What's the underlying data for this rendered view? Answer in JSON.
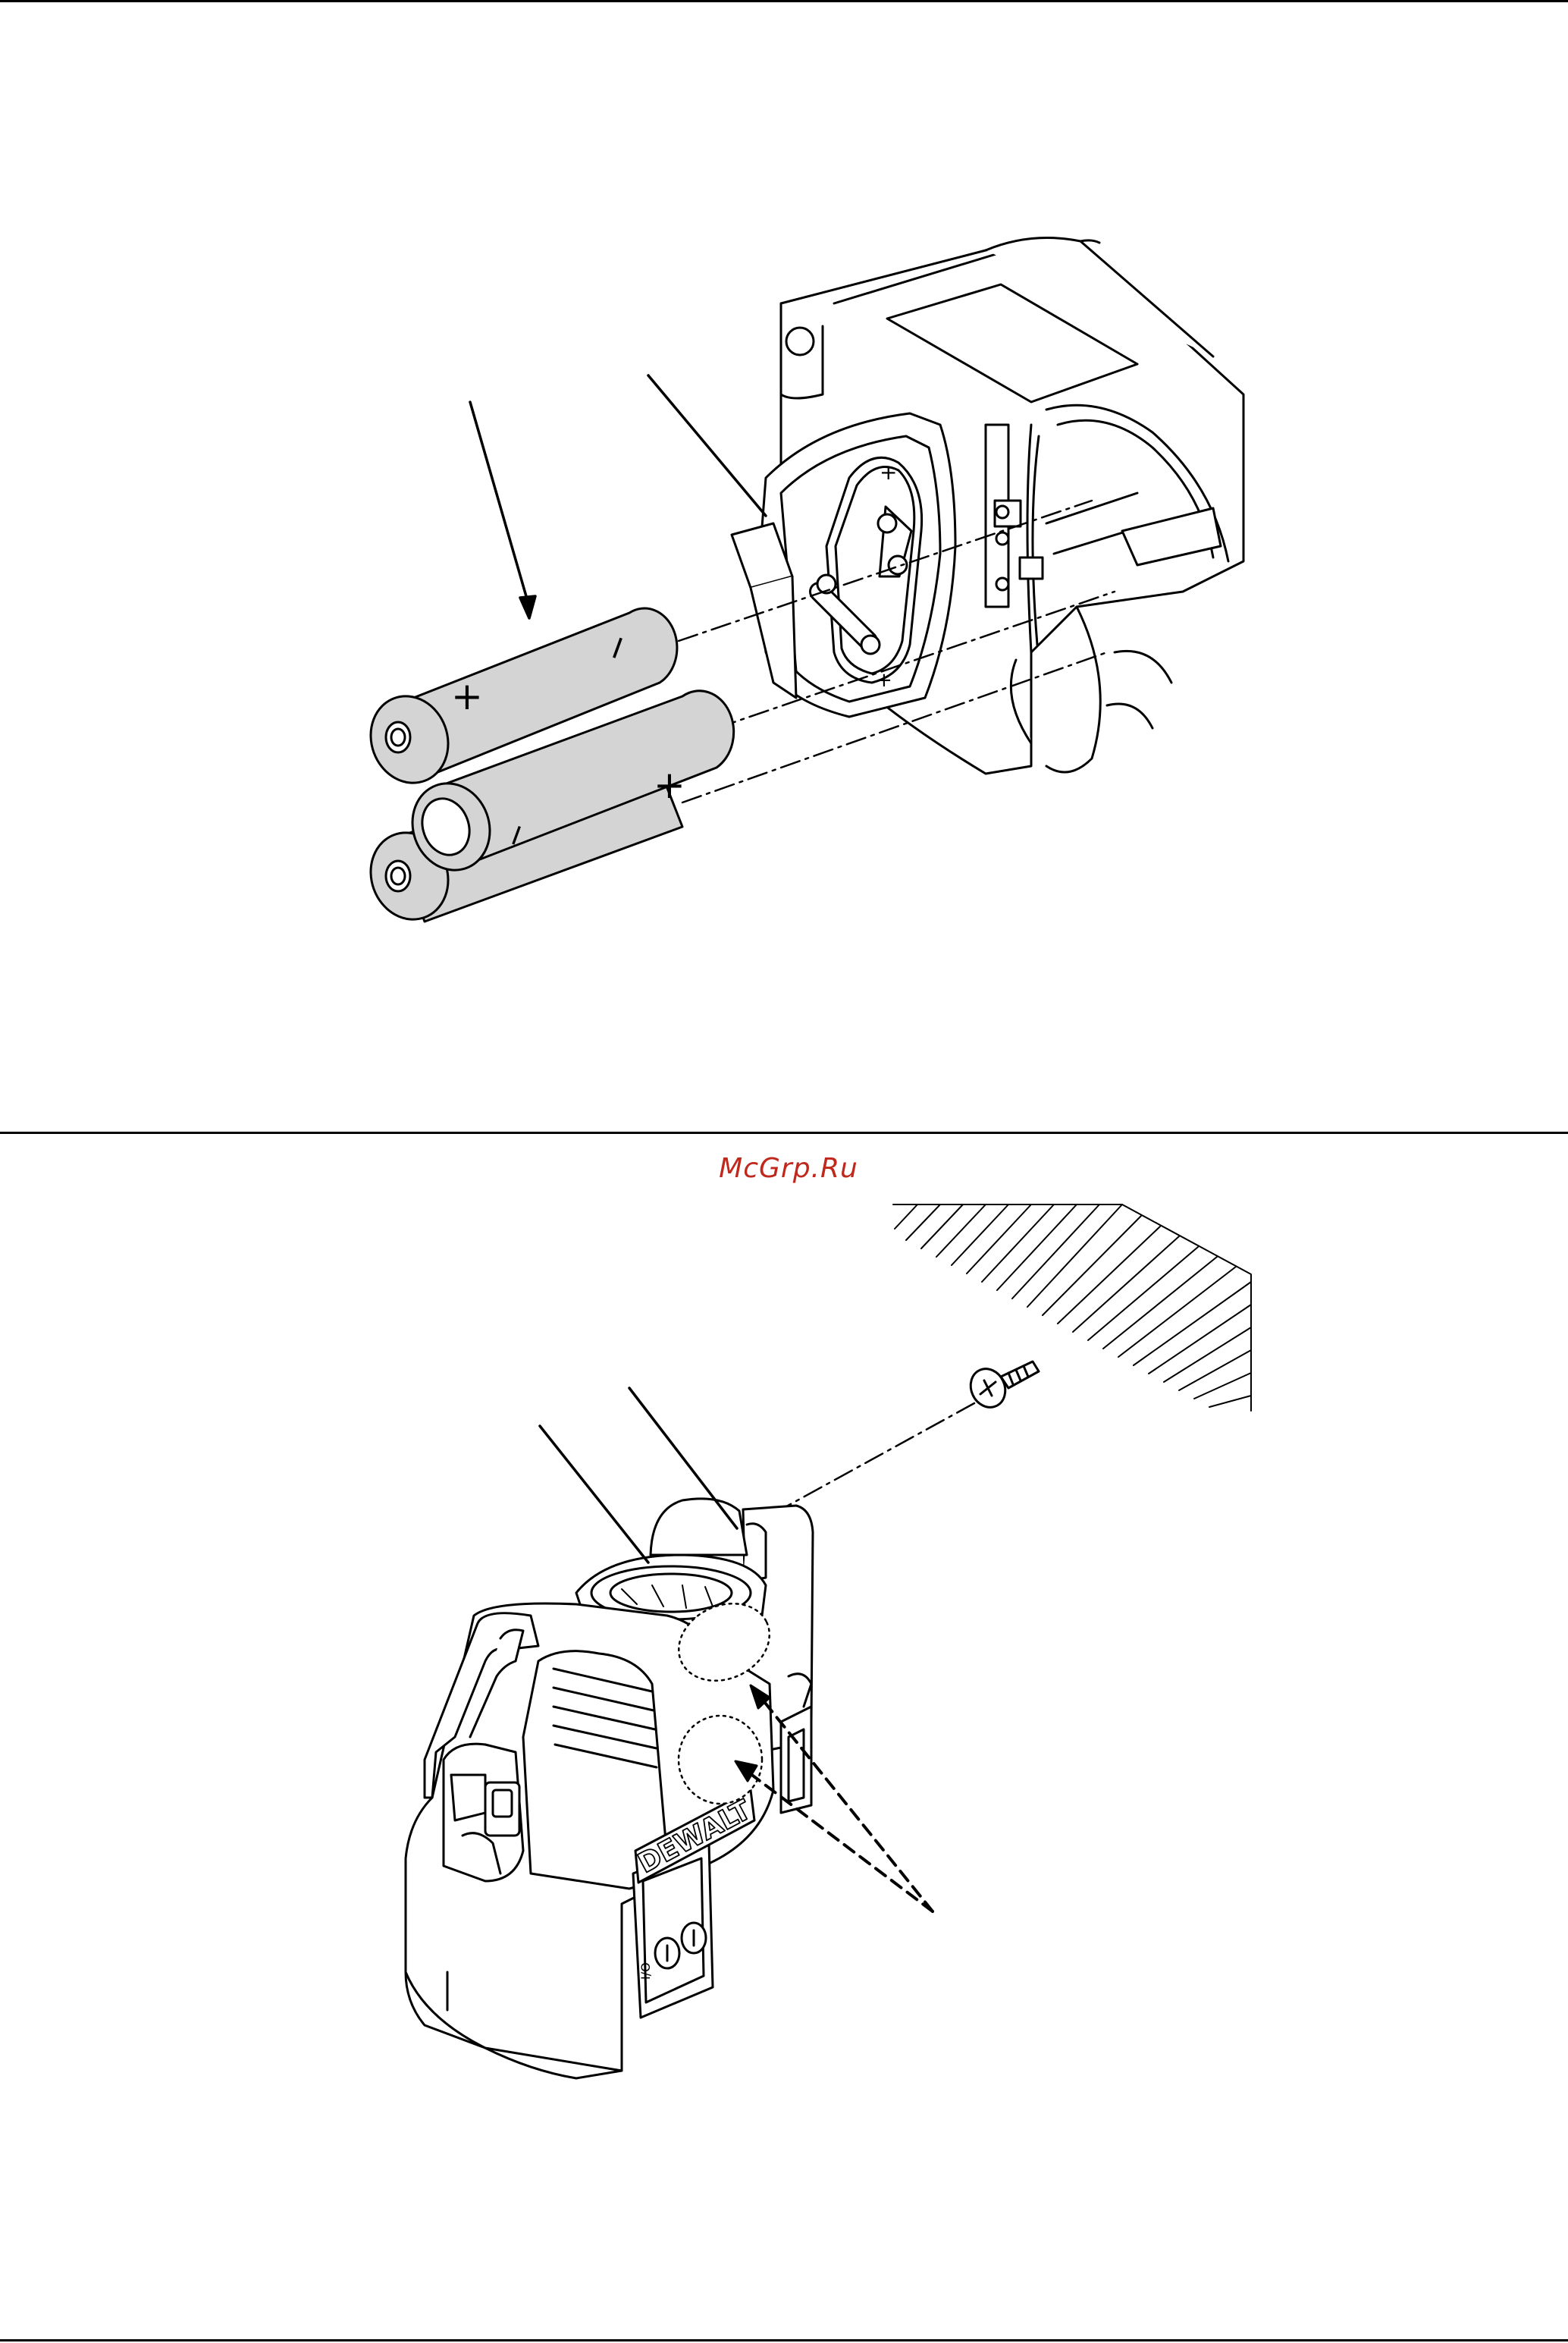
{
  "watermark": {
    "text": "McGrp.Ru",
    "color": "#c0281c"
  },
  "figure_1": {
    "battery_markings": {
      "plus": "+",
      "minus": "−"
    },
    "door_markings": {
      "plus": "+",
      "minus": "+"
    }
  },
  "figure_2": {
    "brand_logo": "DEWALT",
    "panel_icon_label": "I/O"
  }
}
